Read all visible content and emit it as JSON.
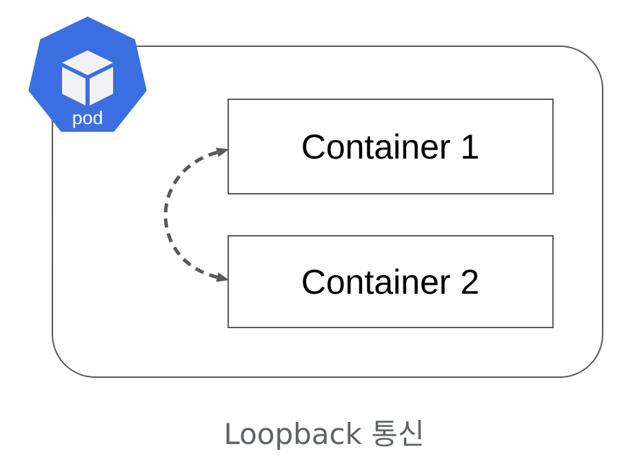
{
  "diagram": {
    "caption": "Loopback 통신",
    "pod_badge": {
      "icon": "kubernetes-pod-icon",
      "label": "pod"
    },
    "containers": [
      {
        "label": "Container 1"
      },
      {
        "label": "Container 2"
      }
    ],
    "arrow": {
      "name": "loopback-dashed-arrow",
      "style": "dashed, double-headed, curved"
    },
    "colors": {
      "pod_blue": "#3B6FE1",
      "cube_white": "#F1F1F3",
      "stroke_gray": "#595959",
      "caption_gray": "#5F6368",
      "container_text": "#000000",
      "pod_label_text": "#FFFFFF"
    }
  }
}
